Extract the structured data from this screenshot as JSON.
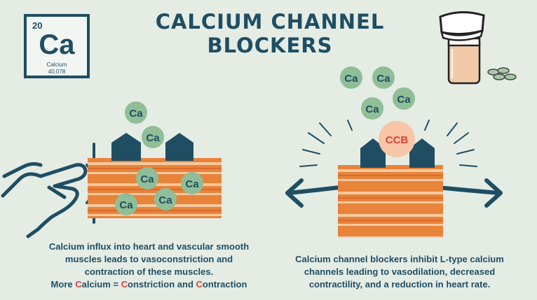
{
  "title": "CALCIUM CHANNEL BLOCKERS",
  "element": {
    "number": "20",
    "symbol": "Ca",
    "name": "Calcium",
    "mass": "40.078"
  },
  "ion_label": "Ca",
  "blocker_label": "CCB",
  "captions": {
    "left_line1": "Calcium influx into heart and vascular smooth",
    "left_line2": "muscles leads to vasoconstriction and",
    "left_line3": "contraction of these muscles.",
    "left_more": "More ",
    "left_c1": "C",
    "left_rest1": "alcium =  ",
    "left_c2": "C",
    "left_rest2": "onstriction and ",
    "left_c3": "C",
    "left_rest3": "ontraction",
    "right_line1": "Calcium channel blockers inhibit L-type calcium",
    "right_line2": "channels leading to vasodilation, decreased",
    "right_line3": "contractility, and a reduction in heart rate."
  },
  "colors": {
    "navy": "#1f4e63",
    "orange": "#e8833a",
    "peach": "#f6c9a0",
    "ion_green": "#8fbe98",
    "ccb_fill": "#f7c6a7",
    "accent_red": "#e0403a",
    "background": "#e4ece4"
  },
  "icons": [
    "hand-pointing-icon",
    "pill-bottle-icon",
    "pill-tablets-icon",
    "compress-arrows-icon",
    "dilate-arrows-icon"
  ]
}
